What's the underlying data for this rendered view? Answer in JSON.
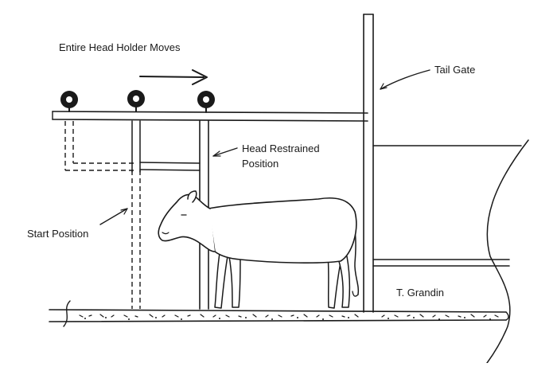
{
  "labels": {
    "entire_head_holder_moves": "Entire Head Holder Moves",
    "tail_gate": "Tail Gate",
    "head_restrained_line1": "Head Restrained",
    "head_restrained_line2": "Position",
    "start_position": "Start Position",
    "credit": "T. Grandin"
  },
  "colors": {
    "ink": "#1a1a1a",
    "paper": "#ffffff"
  },
  "icons": {
    "motion_arrow": "arrow-right-icon",
    "trolley_wheel": "wheel-icon",
    "animal": "calf-illustration"
  }
}
